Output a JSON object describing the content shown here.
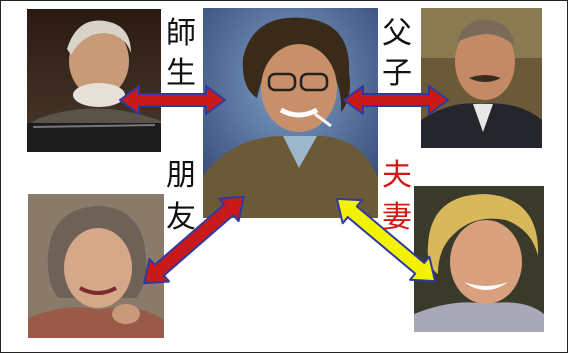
{
  "labels": {
    "mentor_1": "師",
    "mentor_2": "生",
    "father_1": "父",
    "father_2": "子",
    "friend_1": "朋",
    "friend_2": "友",
    "spouse_1": "夫",
    "spouse_2": "妻"
  },
  "colors": {
    "arrow_red": "#c81a1a",
    "arrow_yellow": "#f3f200",
    "arrow_outline": "#2f3aa0",
    "label_red": "#d31818",
    "label_black": "#111111"
  },
  "photos": [
    {
      "subject": "elderly-man-reading-newspaper"
    },
    {
      "subject": "man-with-glasses-and-cigarette"
    },
    {
      "subject": "older-man-with-mustache-in-suit"
    },
    {
      "subject": "elderly-woman-smiling"
    },
    {
      "subject": "blonde-woman-smiling"
    }
  ]
}
